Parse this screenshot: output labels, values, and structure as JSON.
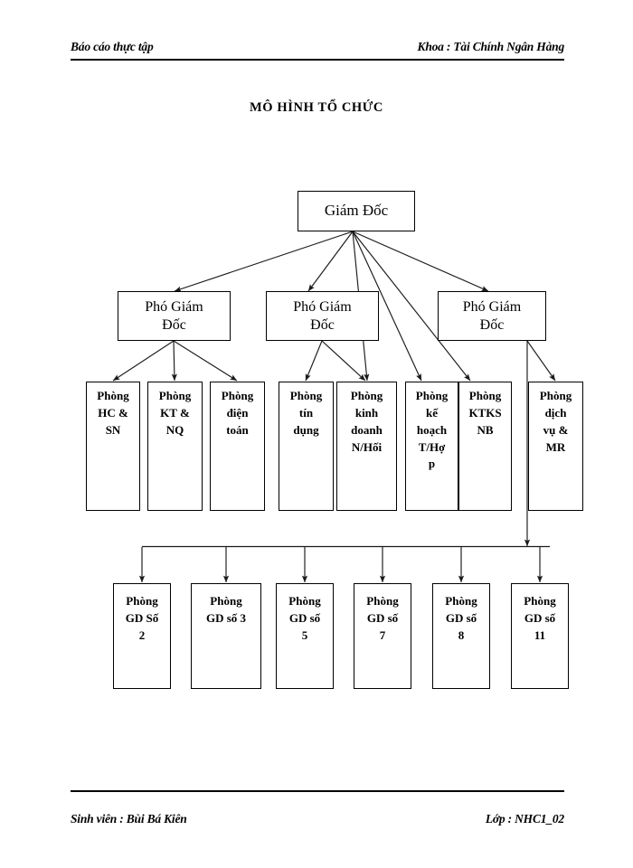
{
  "page": {
    "header_left": "Báo cáo thực tập",
    "header_right": "Khoa : Tài Chính Ngân Hàng",
    "footer_left": "Sinh viên : Bùi Bá Kiên",
    "footer_right": "Lớp : NHC1_02"
  },
  "chart_data": {
    "type": "diagram",
    "title": "MÔ HÌNH TỔ CHỨC",
    "root": "Giám Đốc",
    "deputies": [
      {
        "label": "Phó Giám\nĐốc"
      },
      {
        "label": "Phó Giám\nĐốc"
      },
      {
        "label": "Phó Giám\nĐốc"
      }
    ],
    "departments": [
      {
        "label": "Phòng\nHC &\nSN"
      },
      {
        "label": "Phòng\nKT &\nNQ"
      },
      {
        "label": "Phòng\nđiện\ntoán"
      },
      {
        "label": "Phòng\ntín\ndụng"
      },
      {
        "label": "Phòng\nkinh\ndoanh\nN/Hối"
      },
      {
        "label": "Phòng\nkế\nhoạch\nT/Hợ\np"
      },
      {
        "label": "Phòng\nKTKS\nNB"
      },
      {
        "label": "Phòng\ndịch\nvụ &\nMR"
      }
    ],
    "branches": [
      {
        "label": "Phòng\nGD Số\n2"
      },
      {
        "label": "Phòng\nGD số 3"
      },
      {
        "label": "Phòng\nGD số\n5"
      },
      {
        "label": "Phòng\nGD số\n7"
      },
      {
        "label": "Phòng\nGD số\n8"
      },
      {
        "label": "Phòng\nGD số\n11"
      }
    ],
    "line_color": "#1a1a1a",
    "box_border_color": "#000000",
    "background": "#ffffff"
  }
}
